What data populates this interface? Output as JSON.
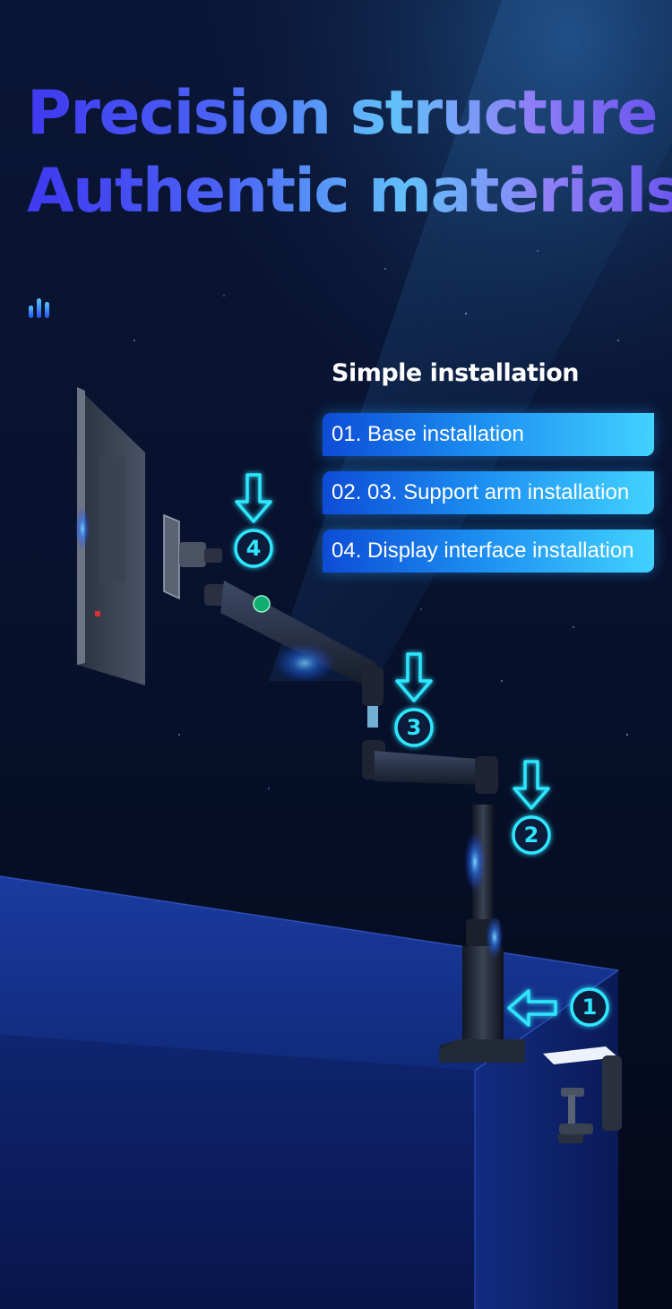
{
  "headline": {
    "line1": "Precision structure",
    "line2": "Authentic materials"
  },
  "installation": {
    "heading": "Simple installation",
    "steps": [
      "01. Base installation",
      "02. 03. Support arm installation",
      "04. Display interface installation"
    ]
  },
  "callouts": [
    "4",
    "3",
    "2",
    "1"
  ],
  "colors": {
    "background": "#060c24",
    "accent_cyan": "#2ee6ff",
    "pill_start": "#0d4cd6",
    "pill_end": "#41d2ff",
    "title_blue": "#3f39f0",
    "title_light": "#62c0f9"
  },
  "icons": [
    "bars-icon",
    "arrow-down-icon",
    "arrow-left-icon"
  ]
}
